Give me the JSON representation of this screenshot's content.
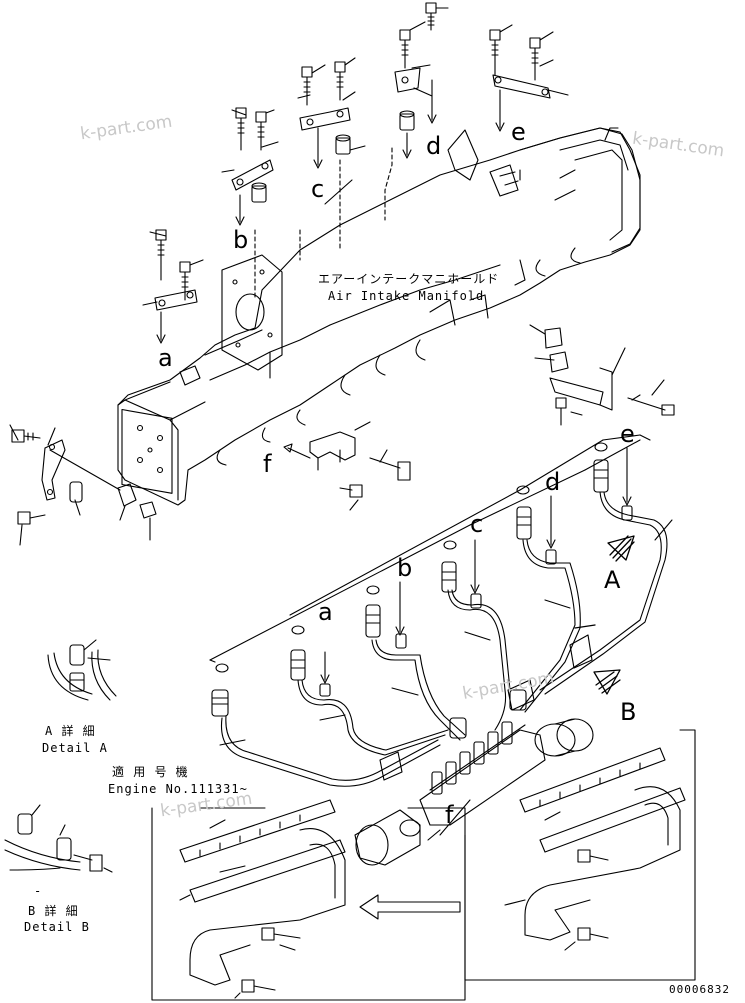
{
  "manifold": {
    "label_jp": "エアーインテークマニホールド",
    "label_en": "Air Intake Manifold"
  },
  "detail_a": {
    "label_jp": "A 詳 細",
    "label_en": "Detail A"
  },
  "detail_b": {
    "label_jp": "B 詳 細",
    "label_en": "Detail B"
  },
  "applicability": {
    "label_jp": "適 用 号 機",
    "label_en": "Engine No.111331~"
  },
  "callouts": {
    "a1": "a",
    "a2": "a",
    "b1": "b",
    "b2": "b",
    "c1": "c",
    "c2": "c",
    "d1": "d",
    "d2": "d",
    "e1": "e",
    "e2": "e",
    "f1": "f",
    "f2": "f",
    "A": "A",
    "B": "B",
    "detail_b_dash": "-"
  },
  "watermark": "k-part.com",
  "drawing_number": "00006832"
}
